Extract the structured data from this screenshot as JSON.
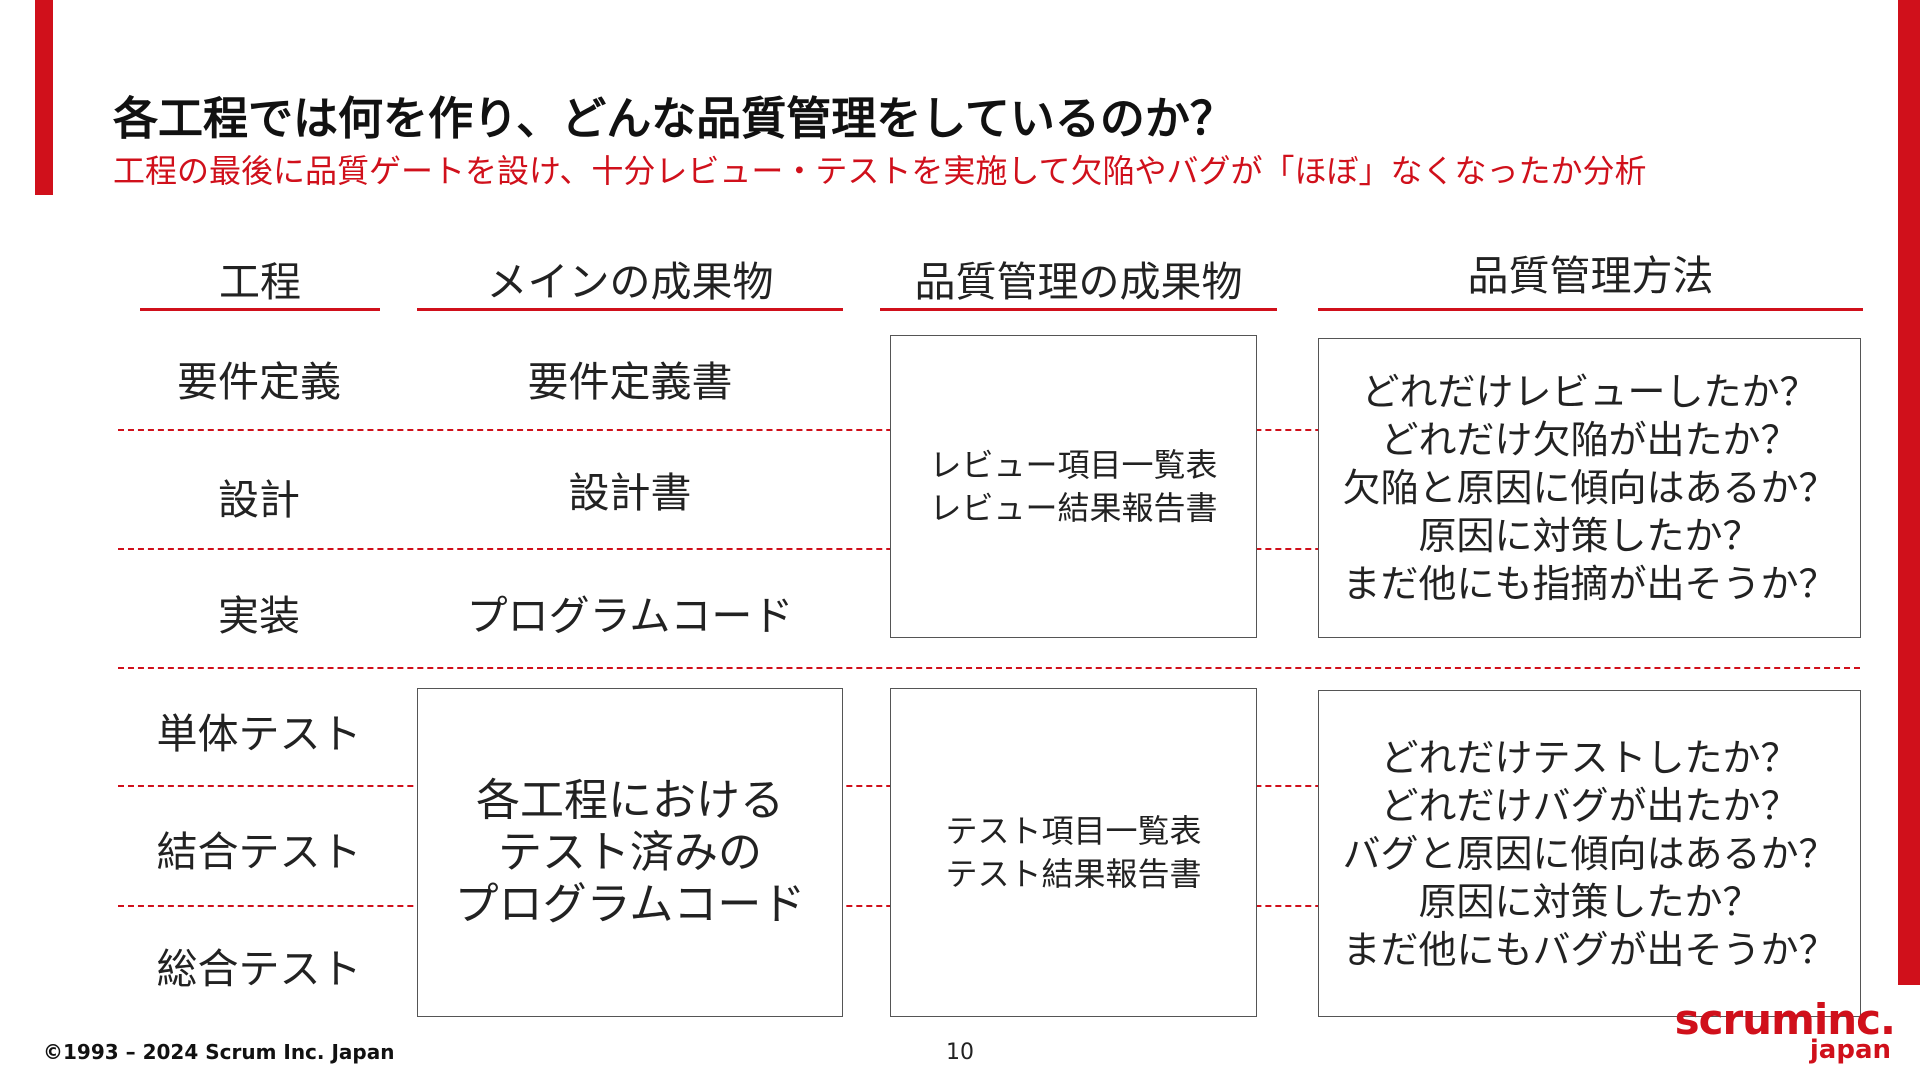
{
  "slide": {
    "title": "各工程では何を作り、どんな品質管理をしているのか？",
    "subtitle": "工程の最後に品質ゲートを設け、十分レビュー・テストを実施して欠陥やバグが「ほぼ」なくなったか分析",
    "accent_color": "#d0101b"
  },
  "columns": {
    "phase": "工程",
    "main_deliverable": "メインの成果物",
    "quality_deliverable": "品質管理の成果物",
    "quality_method": "品質管理方法"
  },
  "phases": [
    "要件定義",
    "設計",
    "実装",
    "単体テスト",
    "結合テスト",
    "総合テスト"
  ],
  "main_deliverables": {
    "requirements": "要件定義書",
    "design": "設計書",
    "implementation": "プログラムコード",
    "tested_code_lines": [
      "各工程における",
      "テスト済みの",
      "プログラムコード"
    ]
  },
  "quality_deliverables": {
    "review": [
      "レビュー項目一覧表",
      "レビュー結果報告書"
    ],
    "test": [
      "テスト項目一覧表",
      "テスト結果報告書"
    ]
  },
  "quality_methods": {
    "review": [
      "どれだけレビューしたか？",
      "どれだけ欠陥が出たか？",
      "欠陥と原因に傾向はあるか？",
      "原因に対策したか？",
      "まだ他にも指摘が出そうか？"
    ],
    "test": [
      "どれだけテストしたか？",
      "どれだけバグが出たか？",
      "バグと原因に傾向はあるか？",
      "原因に対策したか？",
      "まだ他にもバグが出そうか？"
    ]
  },
  "footer": {
    "copyright": "©1993 – 2024 Scrum Inc. Japan",
    "page_number": "10",
    "logo_main": "scruminc.",
    "logo_sub": "japan"
  }
}
